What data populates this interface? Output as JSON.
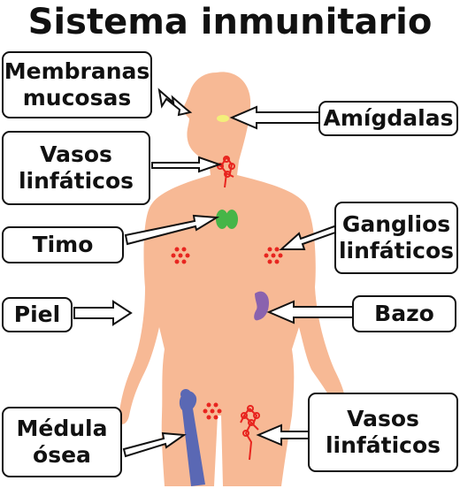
{
  "title": "Sistema inmunitario",
  "colors": {
    "skin": "#f7b995",
    "tonsils": "#f3ef7a",
    "lymph": "#e8251f",
    "thymus": "#46b548",
    "spleen": "#8a62ae",
    "bone": "#5a68b4",
    "outline": "#111111"
  },
  "labels": {
    "membranas_mucosas": "Membranas\nmucosas",
    "amigdalas": "Amígdalas",
    "vasos_linfaticos_top": "Vasos\nlinfáticos",
    "timo": "Timo",
    "ganglios_linfaticos": "Ganglios\nlinfáticos",
    "piel": "Piel",
    "bazo": "Bazo",
    "medula_osea": "Médula\nósea",
    "vasos_linfaticos_bottom": "Vasos\nlinfáticos"
  }
}
